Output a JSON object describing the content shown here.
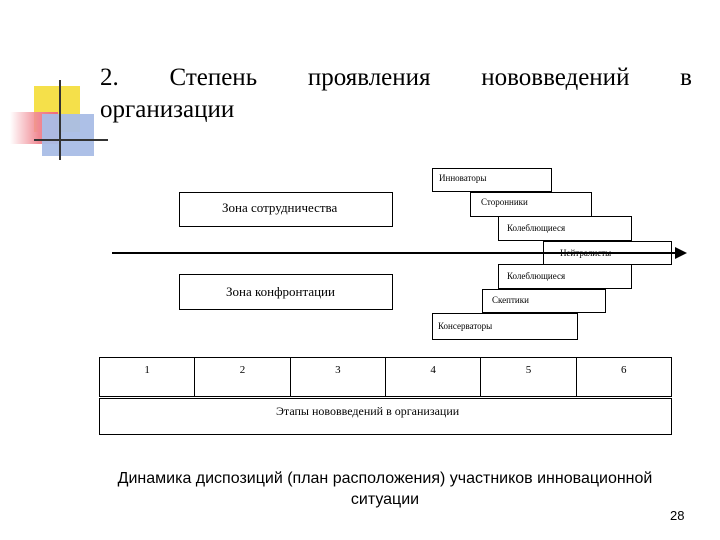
{
  "slide": {
    "title_line1_words": [
      "2.",
      "Степень",
      "проявления",
      "нововведений",
      "в"
    ],
    "title_line2": "организации",
    "page_number": "28"
  },
  "diagram": {
    "zones": {
      "cooperation": "Зона сотрудничества",
      "confrontation": "Зона конфронтации"
    },
    "groups": {
      "innovators": "Инноваторы",
      "supporters": "Сторонники",
      "hesitant_upper": "Колеблющиеся",
      "neutrals": "Нейтралисты",
      "hesitant_lower": "Колеблющиеся",
      "skeptics": "Скептики",
      "conservatives": "Консерваторы"
    },
    "stages": [
      "1",
      "2",
      "3",
      "4",
      "5",
      "6"
    ],
    "stages_label": "Этапы нововведений в организации"
  },
  "caption": "Динамика диспозиций (план расположения) участников инновационной ситуации"
}
